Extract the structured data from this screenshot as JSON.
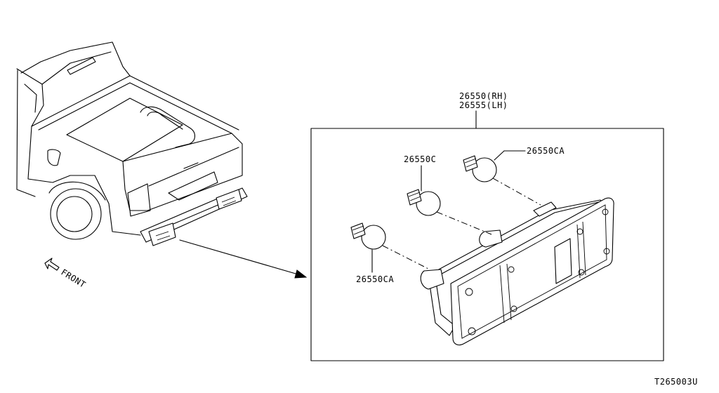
{
  "labels": {
    "assembly_rh": "26550(RH)",
    "assembly_lh": "26555(LH)",
    "bulb_c": "26550C",
    "bulb_ca_top": "26550CA",
    "bulb_ca_bottom": "26550CA",
    "front": "FRONT",
    "diagram_code": "T265003U"
  }
}
